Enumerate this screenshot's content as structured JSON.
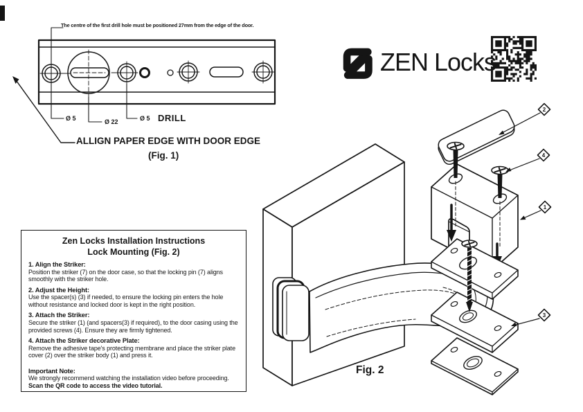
{
  "brand": {
    "name": "ZEN Locks"
  },
  "fig1": {
    "note": "The centre of the first drill hole must be positioned 27mm from the edge of the door.",
    "dia_labels": [
      "Ø 5",
      "Ø 22",
      "Ø 5"
    ],
    "drill_label": "DRILL",
    "align_label": "ALLIGN PAPER EDGE WITH DOOR EDGE",
    "caption": "(Fig. 1)"
  },
  "fig2": {
    "caption": "Fig. 2",
    "callouts": [
      {
        "num": "2",
        "part": "striker-plate-cover"
      },
      {
        "num": "4",
        "part": "screw"
      },
      {
        "num": "1",
        "part": "striker-body"
      },
      {
        "num": "3",
        "part": "spacer"
      }
    ]
  },
  "instructions": {
    "title_line1": "Zen Locks Installation Instructions",
    "title_line2": "Lock Mounting (Fig. 2)",
    "steps": [
      {
        "heading": "1. Align the Striker:",
        "body": "Position the striker (7) on the door case, so that the locking pin (7) aligns smoothly with the striker hole."
      },
      {
        "heading": "2. Adjust the Height:",
        "body": "Use the spacer(s) (3) if needed, to ensure the locking pin enters the hole without resistance and locked door is kept in the right position."
      },
      {
        "heading": "3. Attach the Striker:",
        "body": "Secure the striker (1) (and spacers(3) if required), to the door casing using the provided screws (4). Ensure they are firmly tightened."
      },
      {
        "heading": "4. Attach the Striker decorative Plate:",
        "body": "Remove the adhesive tape's protecting membrane and place the striker plate cover (2) over the striker body (1) and press it."
      }
    ],
    "note_heading": "Important Note:",
    "note_body": "We strongly recommend watching the installation video before proceeding.",
    "note_bold": "Scan the QR code to access the video tutorial."
  }
}
